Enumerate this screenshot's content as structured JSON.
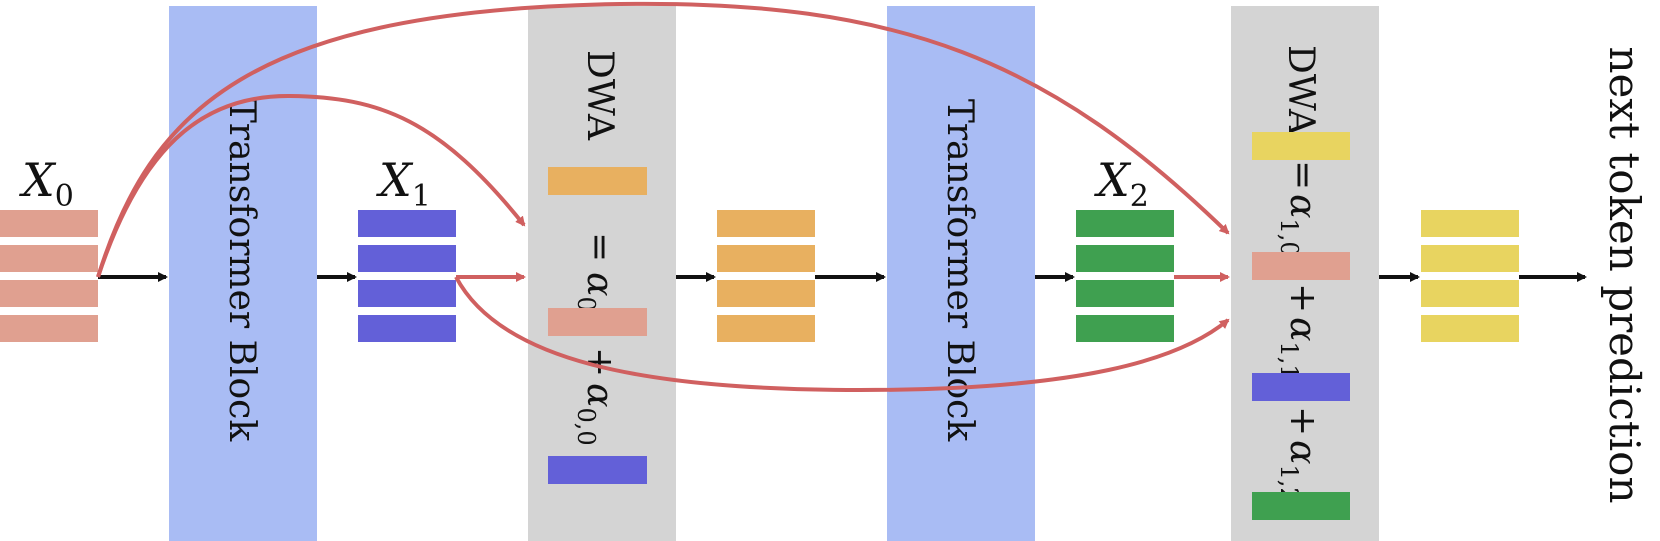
{
  "colors": {
    "transformer": "#a9bcf4",
    "dwa": "#d4d4d4",
    "x0": "#e0a090",
    "x1": "#6360d8",
    "dwa0_out": "#e8b060",
    "x2": "#3fa050",
    "dwa1_out": "#e8d460",
    "red_arrow": "#d06060",
    "black_arrow": "#111111"
  },
  "blocks": {
    "transformer_1": "Transformer Block",
    "transformer_2": "Transformer Block",
    "dwa_1": "DWA",
    "dwa_2": "DWA"
  },
  "tokens": {
    "x0": {
      "base": "X",
      "sub": "0"
    },
    "x1": {
      "base": "X",
      "sub": "1"
    },
    "x2": {
      "base": "X",
      "sub": "2"
    }
  },
  "dwa_1_terms": {
    "eq": "=",
    "a01": {
      "base": "α",
      "sub": "0,1"
    },
    "plus": "+",
    "a00": {
      "base": "α",
      "sub": "0,0"
    }
  },
  "dwa_2_terms": {
    "eq": "=",
    "a10": {
      "base": "α",
      "sub": "1,0"
    },
    "plus1": "+",
    "a11": {
      "base": "α",
      "sub": "1,1"
    },
    "plus2": "+",
    "a12": {
      "base": "α",
      "sub": "1,2"
    }
  },
  "output_label": "next token prediction"
}
